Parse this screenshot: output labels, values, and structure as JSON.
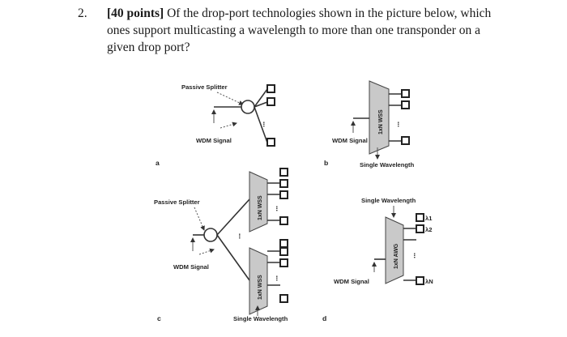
{
  "question": {
    "number": "2.",
    "points": "[40 points]",
    "text": "Of the drop-port technologies shown in the picture below, which ones support multicasting a wavelength to more than one transponder on a given drop port?"
  },
  "figure": {
    "panel_a": {
      "letter": "a",
      "splitter_label": "Passive Splitter",
      "input_label": "WDM Signal"
    },
    "panel_b": {
      "letter": "b",
      "device_label": "1xN WSS",
      "input_label": "WDM Signal",
      "output_label": "Single Wavelength"
    },
    "panel_c": {
      "letter": "c",
      "splitter_label": "Passive Splitter",
      "input_label": "WDM Signal",
      "device_top_label": "1xN WSS",
      "device_bottom_label": "1xN WSS",
      "output_label": "Single Wavelength"
    },
    "panel_d": {
      "letter": "d",
      "top_label": "Single Wavelength",
      "device_label": "1xN AWG",
      "input_label": "WDM Signal",
      "lambda_1": "λ1",
      "lambda_2": "λ2",
      "lambda_n": "λN"
    },
    "ellipsis": "⋮"
  },
  "colors": {
    "text": "#1a1a1a",
    "device_fill": "#c9c9c9",
    "port_stroke": "#222222"
  }
}
